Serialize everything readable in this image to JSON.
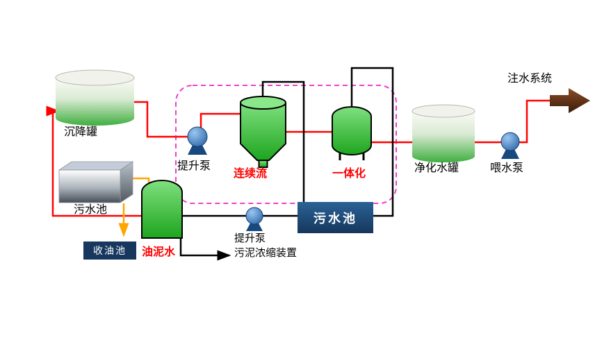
{
  "slide": {
    "background": "#ffffff",
    "nodes": {
      "settling_tank": {
        "label": "沉降罐"
      },
      "sewage_pool_left": {
        "label": "污水池"
      },
      "oil_collection_pool": {
        "label": "收油池"
      },
      "oily_sludge_water": {
        "label": "油泥水"
      },
      "lift_pump_1": {
        "label": "提升泵"
      },
      "continuous_flow_unit": {
        "label": "连续流"
      },
      "integrated_unit": {
        "label": "一体化"
      },
      "sewage_pool_center": {
        "label": "污水池"
      },
      "lift_pump_2": {
        "label": "提升泵"
      },
      "sludge_thickening_device": {
        "label": "污泥浓缩装置"
      },
      "purified_water_tank": {
        "label": "净化水罐"
      },
      "feed_water_pump": {
        "label": "喂水泵"
      },
      "water_injection_system": {
        "label": "注水系统"
      }
    },
    "colors": {
      "main_flow_red": "#ff0000",
      "drain_flow_black": "#000000",
      "oil_flow_orange": "#ffa500",
      "tank_green": "#33cc33",
      "pump_blue": "#2e75b6",
      "pool_box_blue": "#17375e",
      "boundary_dashed_magenta": "#ef3dcb",
      "injection_arrow_brown": "#5a2d0c",
      "highlight_text_red": "#ff0000"
    }
  }
}
